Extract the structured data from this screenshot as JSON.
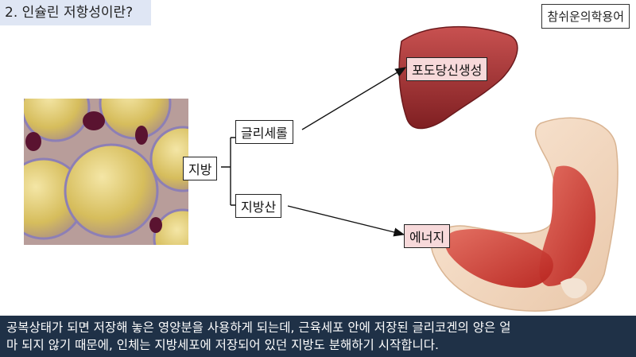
{
  "header": {
    "title": "2. 인슐린 저항성이란?",
    "brand": "참쉬운의학용어"
  },
  "diagram": {
    "fat": "지방",
    "glycerol": "글리세롤",
    "fatty_acid": "지방산",
    "gluconeogenesis": "포도당신생성",
    "energy": "에너지"
  },
  "caption": {
    "line1": "공복상태가 되면 저장해 놓은 영양분을 사용하게 되는데, 근육세포 안에 저장된 글리코겐의 양은 얼",
    "line2": "마 되지 않기 때문에, 인체는 지방세포에 저장되어 있던 지방도 분해하기 시작합니다."
  },
  "colors": {
    "caption_bg": "#1f3147",
    "title_bg": "#dfe6f4",
    "label_pink": "#f7d9da"
  }
}
